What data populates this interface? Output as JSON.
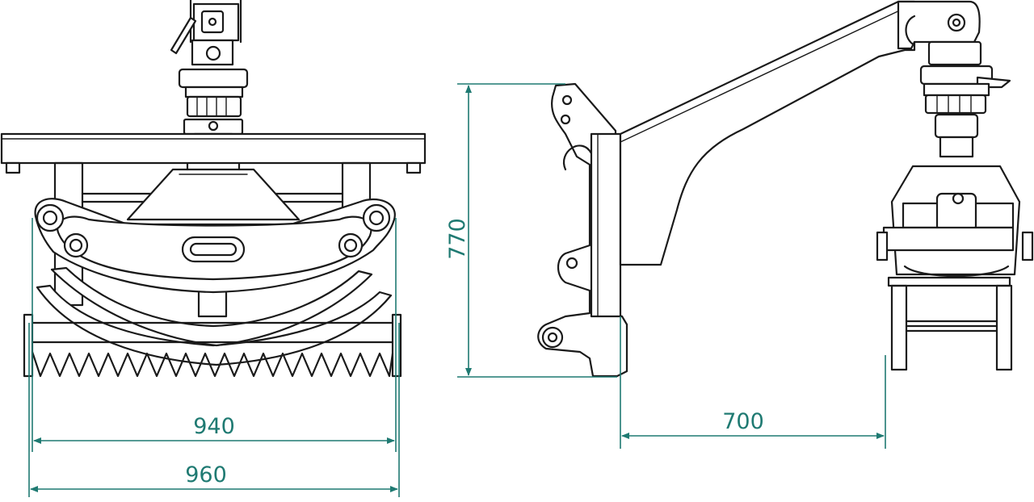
{
  "colors": {
    "line": "#1a1a1a",
    "dimension": "#1f7a72",
    "background": "#ffffff"
  },
  "dimensions": {
    "inner_width": "940",
    "outer_width": "960",
    "height": "770",
    "reach": "700"
  }
}
